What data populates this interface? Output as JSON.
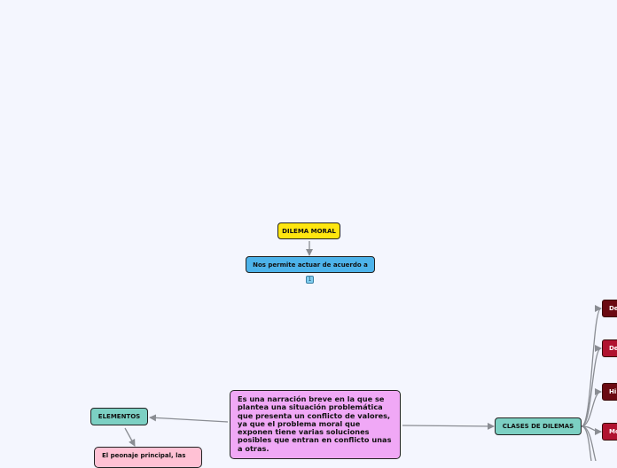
{
  "nodes": {
    "dilema_moral": "DILEMA MORAL",
    "permite": "Nos permite actuar de acuerdo a",
    "collapsed_count": "1",
    "definicion": "Es una narración breve en la que se plantea una situación problemática que presenta un conflicto de valores, ya que el problema moral que exponen tiene varias soluciones posibles que entran en conflicto unas a otras.",
    "elementos": "ELEMENTOS",
    "peonaje": "El peonaje principal, las",
    "clases": "CLASES DE DILEMAS"
  },
  "leaves": [
    "De",
    "De",
    "Hi",
    "Mo"
  ],
  "colors": {
    "background": "#f4f6fe",
    "yellow": "#ffe60f",
    "blue": "#4db3ea",
    "violet": "#f0a8f6",
    "teal": "#7cd0c3",
    "pink": "#ffc1d4",
    "dark_red": "#6b0a12",
    "red": "#b0132f",
    "connector": "#8a8d93"
  }
}
